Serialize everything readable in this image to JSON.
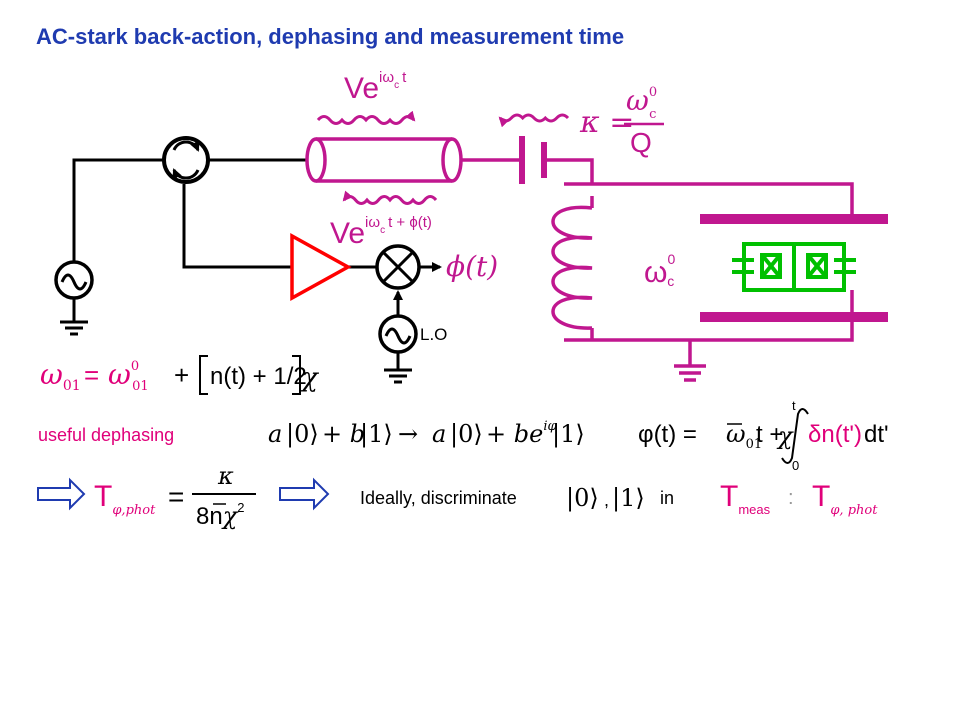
{
  "title": "AC-stark back-action, dephasing and measurement time",
  "colors": {
    "title": "#1f3bb0",
    "wire": "#000000",
    "magenta": "#c0178f",
    "amplifier": "#ff0000",
    "qubit": "#00c000",
    "label_blue": "#1f3bb0",
    "text_red": "#e0007a"
  },
  "labels": {
    "incoming_base": "Ve",
    "incoming_sup": "iω",
    "incoming_sub": "c",
    "incoming_sup_tail": "t",
    "outgoing_base": "Ve",
    "outgoing_sup": "iω",
    "outgoing_sub": "c",
    "outgoing_sup_tail": "t + ϕ(t)",
    "kappa": "κ =",
    "kappa_num": "ω",
    "kappa_num_sup": "0",
    "kappa_num_sub": "c",
    "kappa_den": "Q",
    "phase_out": "ϕ(t)",
    "lo": "L.O",
    "omega_c": "ω",
    "omega_c_sup": "0",
    "omega_c_sub": "c"
  },
  "equations": {
    "stark_lhs": "ω",
    "stark_lhs_sub": "01",
    "stark_eq": "=",
    "stark_rhs1": "ω",
    "stark_rhs1_sup": "0",
    "stark_rhs1_sub": "01",
    "stark_plus": "+",
    "stark_bracket": "n(t) + 1/2",
    "stark_chi": "χ",
    "useful": "useful dephasing",
    "state_a": "a",
    "ket0": "|0⟩",
    "plus_b": "+ b",
    "ket1": "|1⟩",
    "arrow": "→",
    "state_a2": "a",
    "plus_b2": "+ be",
    "exp_sup": "iφ",
    "phi_lhs": "φ(t) =",
    "phi_omega": "ω",
    "phi_omega_sub": "01",
    "phi_t": "t +",
    "phi_chi": "χ",
    "phi_int_upper": "t",
    "phi_int_lower": "0",
    "phi_integrand": "δn(t')",
    "phi_dt": "dt'",
    "T_phot_base": "T",
    "T_phot_sub": "φ,phot",
    "T_phot_eq": "=",
    "T_phot_num": "κ",
    "T_phot_den": "8n",
    "T_phot_den_chi": "χ",
    "T_phot_den_sup": "2",
    "discriminate": "Ideally, discriminate",
    "comma": ",",
    "in": "in",
    "Tmeas_base": "T",
    "Tmeas_sub": "meas",
    "colon": ":",
    "Tphot2_base": "T",
    "Tphot2_sub": "φ, phot"
  }
}
